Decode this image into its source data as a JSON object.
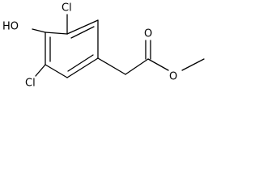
{
  "molecule": {
    "labels": {
      "hydroxyl": "HO",
      "chlorine_top": "Cl",
      "chlorine_bottom": "Cl",
      "carbonyl_oxygen": "O",
      "ester_oxygen": "O"
    }
  }
}
